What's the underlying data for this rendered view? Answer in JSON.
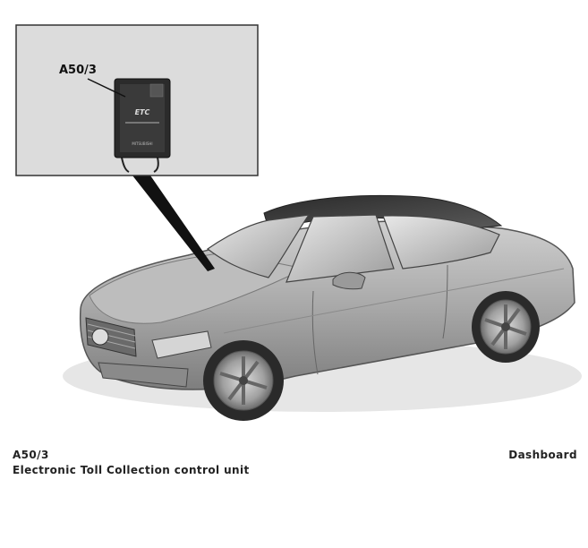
{
  "diagram": {
    "callout_label": "A50/3",
    "device_brand_text": "ETC",
    "device_maker_text": "MITSUBISHI"
  },
  "caption": {
    "component_code": "A50/3",
    "component_description": "Electronic Toll Collection control unit",
    "location": "Dashboard"
  }
}
